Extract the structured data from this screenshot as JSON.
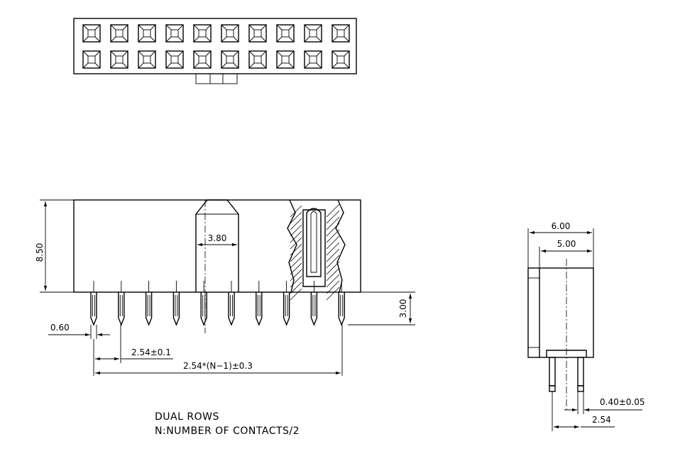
{
  "dimensions": {
    "height": "8.50",
    "key_width": "3.80",
    "tail_length": "3.00",
    "pin_width": "0.60",
    "pitch": "2.54±0.1",
    "total_span": "2.54*(N−1)±0.3",
    "side_outer_width": "6.00",
    "side_inner_width": "5.00",
    "side_pin_thickness": "0.40±0.05",
    "side_pitch": "2.54"
  },
  "notes": {
    "line1": "DUAL ROWS",
    "line2": "N:NUMBER OF CONTACTS/2"
  },
  "layout": {
    "pins_per_row": 10,
    "rows": 2
  }
}
